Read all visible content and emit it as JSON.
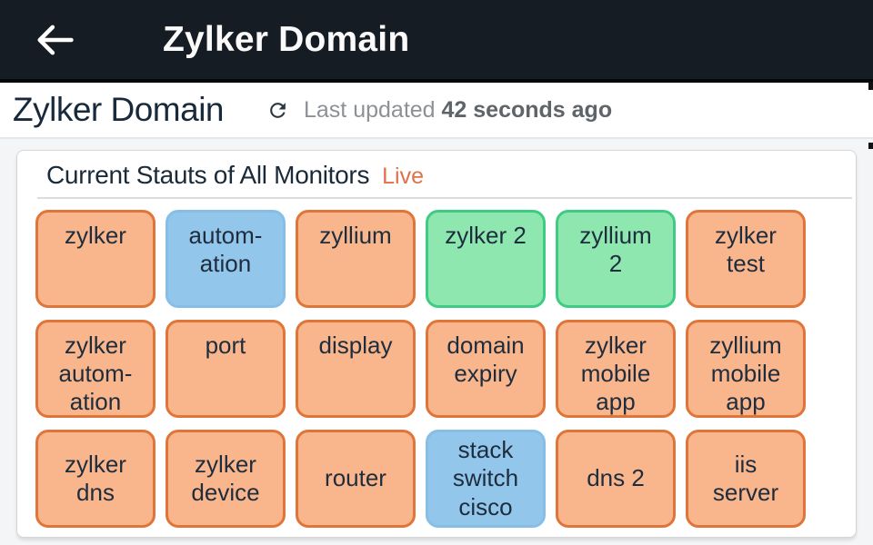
{
  "app_bar": {
    "title": "Zylker Domain"
  },
  "header": {
    "title": "Zylker Domain",
    "last_updated_label": "Last updated ",
    "last_updated_value": "42 seconds ago"
  },
  "panel": {
    "title": "Current Stauts of All Monitors",
    "live_label": "Live"
  },
  "colors": {
    "app_bar_bg": "#151C24",
    "live": "#E0714B",
    "tile_text": "#1E2D3D",
    "orange_fill": "#F9B58B",
    "orange_border": "#E0753A",
    "blue_fill": "#93C6EB",
    "blue_border": "#87BEE6",
    "green_fill": "#8FE7B0",
    "green_border": "#3ECC85"
  },
  "monitors": [
    {
      "label": "zylker",
      "status": "orange"
    },
    {
      "label": "autom-\nation",
      "status": "blue"
    },
    {
      "label": "zyllium",
      "status": "orange"
    },
    {
      "label": "zylker 2",
      "status": "green"
    },
    {
      "label": "zyllium\n2",
      "status": "green"
    },
    {
      "label": "zylker\ntest",
      "status": "orange"
    },
    {
      "label": "zylker\nautom-\nation",
      "status": "orange"
    },
    {
      "label": "port",
      "status": "orange"
    },
    {
      "label": "display",
      "status": "orange"
    },
    {
      "label": "domain\nexpiry",
      "status": "orange"
    },
    {
      "label": "zylker\nmobile\napp",
      "status": "orange"
    },
    {
      "label": "zyllium\nmobile\napp",
      "status": "orange"
    },
    {
      "label": "zylker\ndns",
      "status": "orange"
    },
    {
      "label": "zylker\ndevice",
      "status": "orange"
    },
    {
      "label": "router",
      "status": "orange"
    },
    {
      "label": "stack\nswitch\ncisco",
      "status": "blue"
    },
    {
      "label": "dns 2",
      "status": "orange"
    },
    {
      "label": "iis\nserver",
      "status": "orange"
    }
  ]
}
